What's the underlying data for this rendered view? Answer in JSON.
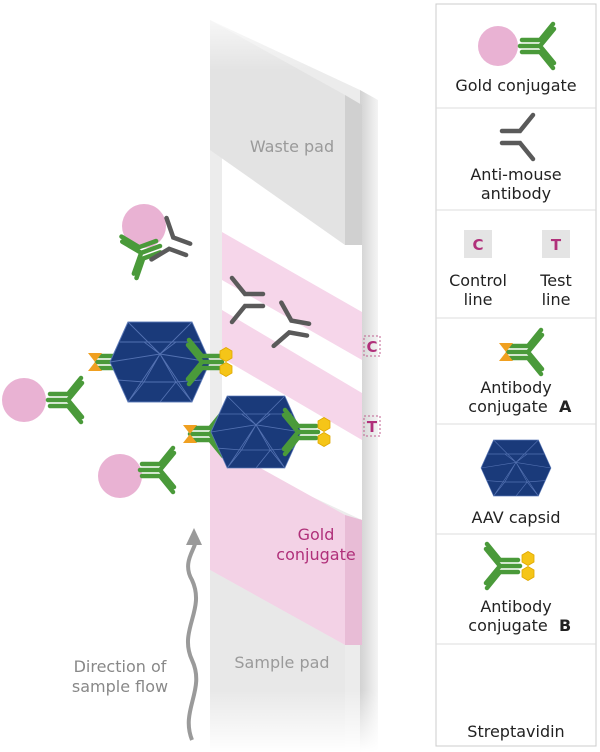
{
  "strip": {
    "waste_pad": "Waste pad",
    "gold_conjugate_line1": "Gold",
    "gold_conjugate_line2": "conjugate",
    "sample_pad": "Sample pad",
    "control_marker": "C",
    "test_marker": "T"
  },
  "flow": {
    "line1": "Direction of",
    "line2": "sample flow"
  },
  "legend": {
    "gold_conjugate": "Gold conjugate",
    "anti_mouse_line1": "Anti-mouse",
    "anti_mouse_line2": "antibody",
    "control_letter": "C",
    "test_letter": "T",
    "control_line1": "Control",
    "control_line2": "line",
    "test_line1": "Test",
    "test_line2": "line",
    "antibody_a_line1": "Antibody",
    "antibody_a_line2": "conjugate",
    "antibody_a_letter": "A",
    "aav_capsid": "AAV capsid",
    "antibody_b_line1": "Antibody",
    "antibody_b_line2": "conjugate",
    "antibody_b_letter": "B",
    "streptavidin": "Streptavidin"
  },
  "colors": {
    "pink_sphere": "#e9b2d3",
    "antibody_green": "#4a9a3a",
    "anti_mouse_grey": "#5a5a5a",
    "capsid_navy": "#1a3a7a",
    "hapten_orange": "#f0a020",
    "biotin_yellow": "#f5c518",
    "streptavidin_blue": "#6aaee0",
    "line_magenta": "#b0307a",
    "pad_grey": "#e6e6e6",
    "band_pink": "#f6d6ea"
  }
}
